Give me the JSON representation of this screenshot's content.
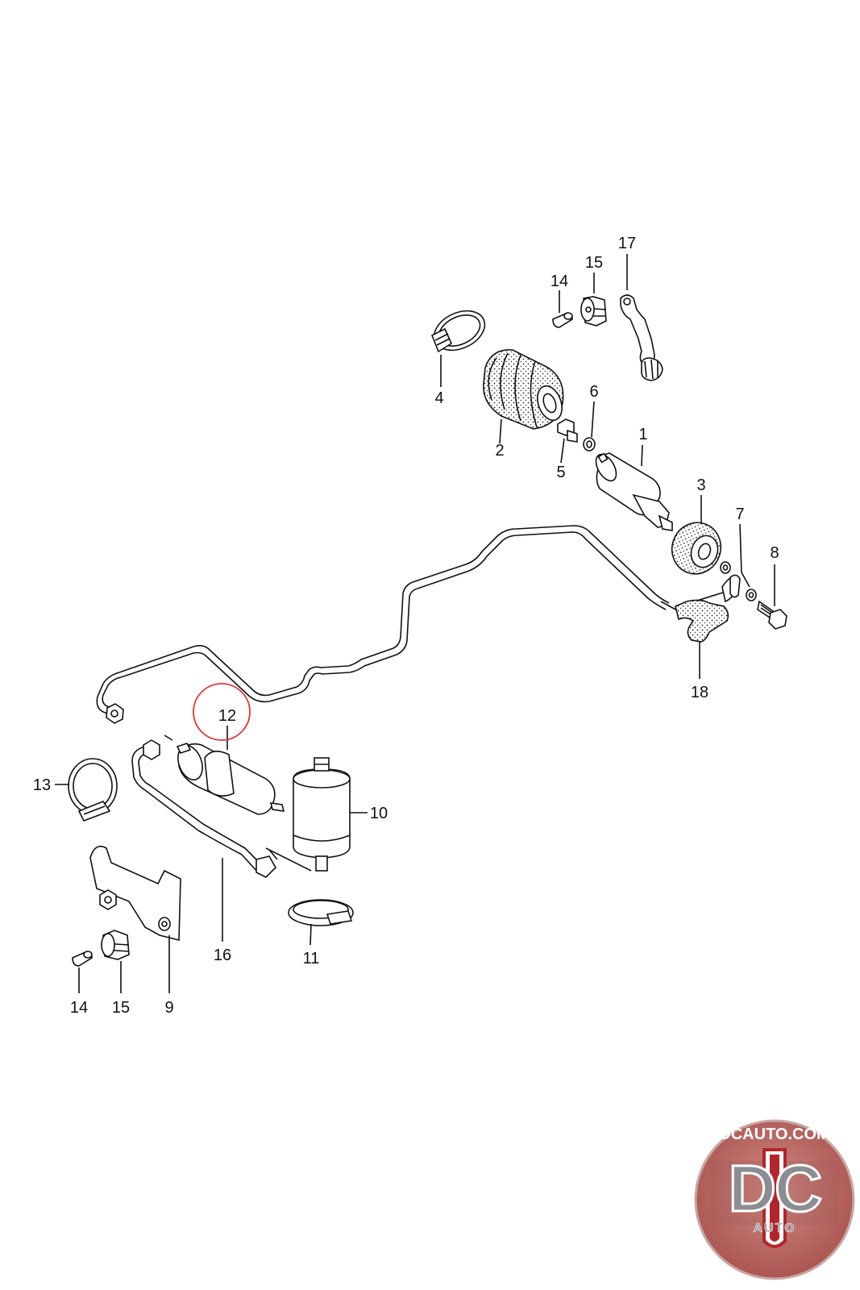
{
  "diagram": {
    "highlight_color": "#e03a3a",
    "highlighted_part": "12",
    "callouts": [
      {
        "id": "c1",
        "label": "1"
      },
      {
        "id": "c2",
        "label": "2"
      },
      {
        "id": "c3",
        "label": "3"
      },
      {
        "id": "c4",
        "label": "4"
      },
      {
        "id": "c5",
        "label": "5"
      },
      {
        "id": "c6",
        "label": "6"
      },
      {
        "id": "c7",
        "label": "7"
      },
      {
        "id": "c8",
        "label": "8"
      },
      {
        "id": "c9",
        "label": "9"
      },
      {
        "id": "c10",
        "label": "10"
      },
      {
        "id": "c11",
        "label": "11"
      },
      {
        "id": "c12",
        "label": "12"
      },
      {
        "id": "c13",
        "label": "13"
      },
      {
        "id": "c14a",
        "label": "14"
      },
      {
        "id": "c14b",
        "label": "14"
      },
      {
        "id": "c15a",
        "label": "15"
      },
      {
        "id": "c15b",
        "label": "15"
      },
      {
        "id": "c16",
        "label": "16"
      },
      {
        "id": "c17",
        "label": "17"
      },
      {
        "id": "c18",
        "label": "18"
      }
    ]
  },
  "logo": {
    "site": "DCAUTO.COM",
    "letters": "DC",
    "word": "AUTO",
    "colors": {
      "red": "#b2262b",
      "grey": "#8a8d92",
      "white": "#ffffff"
    }
  }
}
